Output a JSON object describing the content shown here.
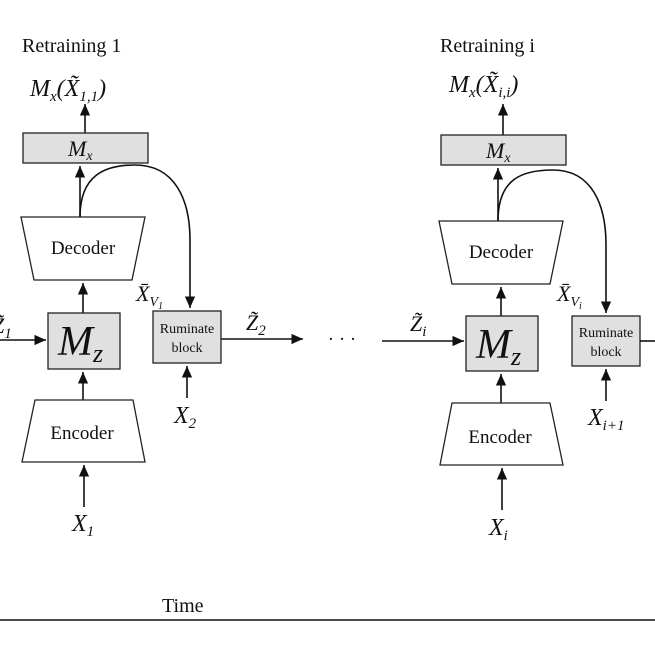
{
  "stage1": {
    "title": "Retraining 1",
    "output_label": "M",
    "output_sub": "x",
    "output_arg": "(X̃",
    "output_arg_sub": "1,1",
    "output_close": ")",
    "mx_box": "M",
    "mx_box_sub": "x",
    "decoder": "Decoder",
    "mz_box": "M",
    "mz_box_sub": "z",
    "encoder": "Encoder",
    "input": "X",
    "input_sub": "1",
    "left_edge": "Z̃",
    "left_edge_sub": "1",
    "xbar": "X̄",
    "xbar_sub": "V",
    "xbar_subsub": "1",
    "ruminate_line1": "Ruminate",
    "ruminate_line2": "block",
    "ruminate_input": "X",
    "ruminate_input_sub": "2",
    "ruminate_output": "Z̃",
    "ruminate_output_sub": "2"
  },
  "ellipsis": "· · ·",
  "stage_i": {
    "title": "Retraining i",
    "output_label": "M",
    "output_sub": "x",
    "output_arg": "(X̃",
    "output_arg_sub": "i,i",
    "output_close": ")",
    "mx_box": "M",
    "mx_box_sub": "x",
    "decoder": "Decoder",
    "mz_box": "M",
    "mz_box_sub": "z",
    "encoder": "Encoder",
    "input": "X",
    "input_sub": "i",
    "left_edge": "Z̃",
    "left_edge_sub": "i",
    "xbar": "X̄",
    "xbar_sub": "V",
    "xbar_subsub": "i",
    "ruminate_line1": "Ruminate",
    "ruminate_line2": "block",
    "ruminate_input": "X",
    "ruminate_input_sub": "i+1"
  },
  "time_label": "Time"
}
